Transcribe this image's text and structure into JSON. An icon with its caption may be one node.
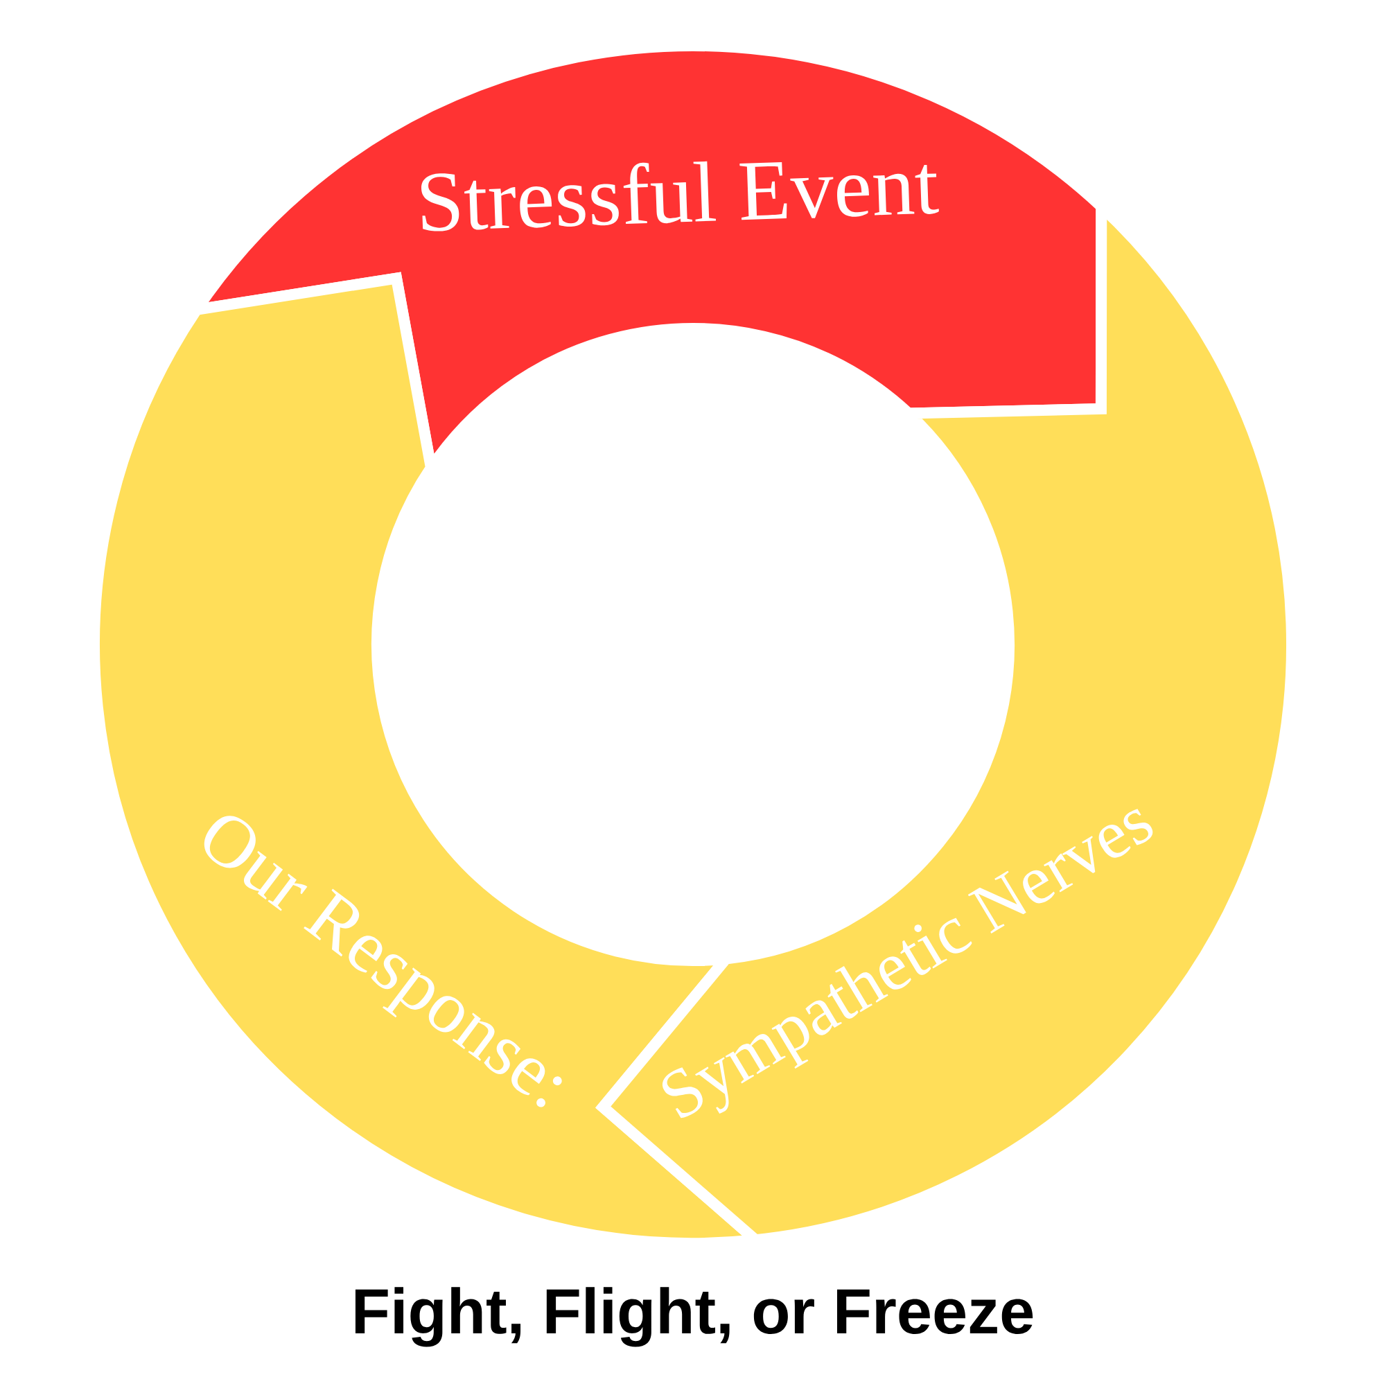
{
  "diagram": {
    "caption": "Fight, Flight, or Freeze",
    "nodes": [
      {
        "text": [
          "Stressful Event"
        ]
      },
      {
        "text": [
          "Our Response:"
        ]
      },
      {
        "text": [
          "Sympathetic Nerves"
        ]
      }
    ]
  }
}
